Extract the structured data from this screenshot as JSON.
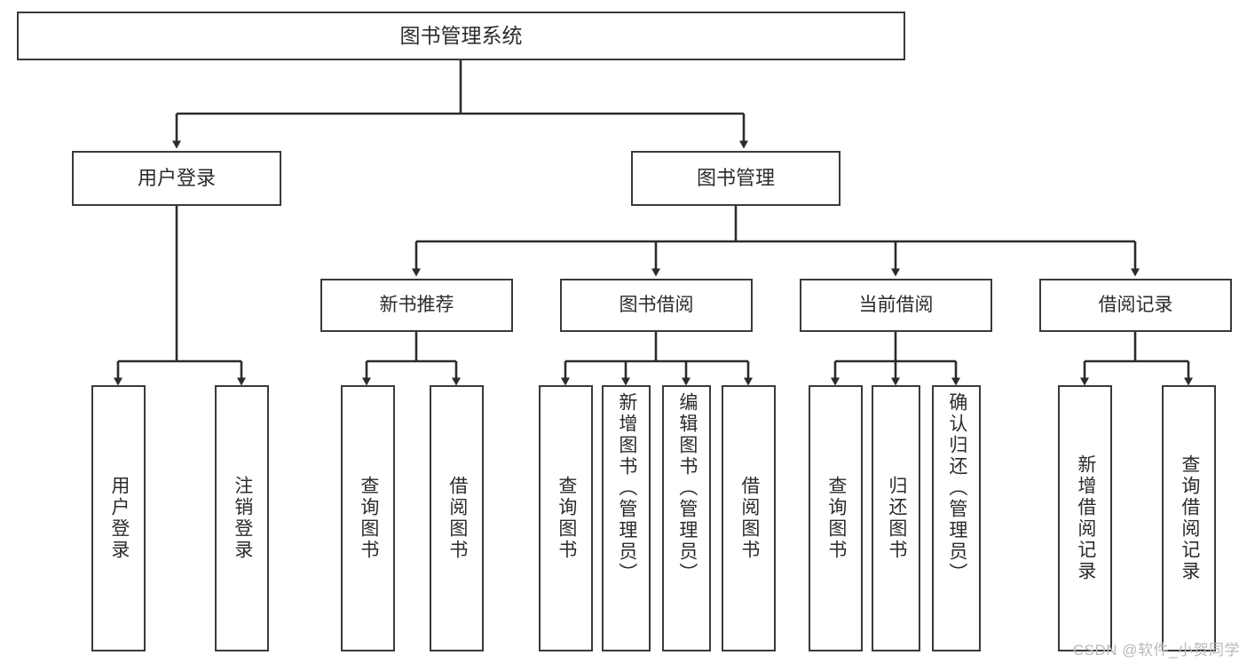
{
  "diagram": {
    "type": "tree-hierarchy-chart",
    "title": "图书管理系统",
    "watermark": "CSDN @软件_小贺同学",
    "colors": {
      "box_border": "#3a3a3a",
      "box_fill": "#ffffff",
      "edge": "#2b2b2b",
      "text": "#2b2b2b",
      "watermark": "#b9b9b9",
      "background": "#ffffff"
    },
    "root": {
      "id": "root",
      "label": "图书管理系统"
    },
    "level1": [
      {
        "id": "user-login",
        "label": "用户登录"
      },
      {
        "id": "book-management",
        "label": "图书管理"
      }
    ],
    "level2": [
      {
        "id": "new-book-recommend",
        "label": "新书推荐",
        "parent": "book-management"
      },
      {
        "id": "book-borrow",
        "label": "图书借阅",
        "parent": "book-management"
      },
      {
        "id": "current-borrow",
        "label": "当前借阅",
        "parent": "book-management"
      },
      {
        "id": "borrow-record",
        "label": "借阅记录",
        "parent": "book-management"
      }
    ],
    "leaves": [
      {
        "id": "leaf-user-login",
        "label": "用户登录",
        "parent": "user-login"
      },
      {
        "id": "leaf-user-logout",
        "label": "注销登录",
        "parent": "user-login"
      },
      {
        "id": "leaf-query-book-1",
        "label": "查询图书",
        "parent": "new-book-recommend"
      },
      {
        "id": "leaf-borrow-book-1",
        "label": "借阅图书",
        "parent": "new-book-recommend"
      },
      {
        "id": "leaf-query-book-2",
        "label": "查询图书",
        "parent": "book-borrow"
      },
      {
        "id": "leaf-add-book",
        "label": "新增图书（管理员）",
        "parent": "book-borrow"
      },
      {
        "id": "leaf-edit-book",
        "label": "编辑图书（管理员）",
        "parent": "book-borrow"
      },
      {
        "id": "leaf-borrow-book-2",
        "label": "借阅图书",
        "parent": "book-borrow"
      },
      {
        "id": "leaf-query-book-3",
        "label": "查询图书",
        "parent": "current-borrow"
      },
      {
        "id": "leaf-return-book",
        "label": "归还图书",
        "parent": "current-borrow"
      },
      {
        "id": "leaf-confirm-return",
        "label": "确认归还（管理员）",
        "parent": "current-borrow"
      },
      {
        "id": "leaf-add-record",
        "label": "新增借阅记录",
        "parent": "borrow-record"
      },
      {
        "id": "leaf-query-record",
        "label": "查询借阅记录",
        "parent": "borrow-record"
      }
    ]
  }
}
